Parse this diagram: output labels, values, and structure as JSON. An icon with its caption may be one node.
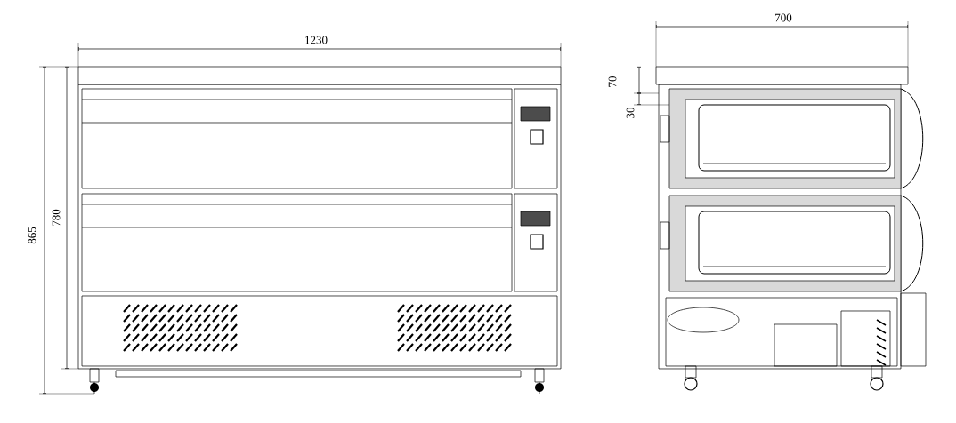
{
  "diagram": {
    "labels": [
      "1230",
      "865",
      "780",
      "700",
      "70",
      "30"
    ]
  }
}
